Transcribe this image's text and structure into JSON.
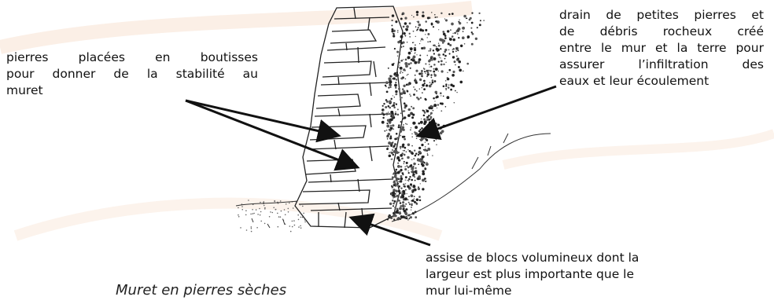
{
  "caption": "Muret en pierres sèches",
  "annotations": {
    "left": {
      "lines": [
        "pierres placées en boutisses",
        "pour donner de la stabilité au",
        "muret"
      ]
    },
    "right": {
      "lines": [
        "drain de petites pierres et",
        "de débris rocheux créé",
        "entre le mur et la terre pour",
        "assurer l’infiltration des",
        "eaux et leur écoulement"
      ]
    },
    "bottom": {
      "lines": [
        "assise de blocs volumineux dont la",
        "largeur est plus importante que le",
        "mur lui-même"
      ]
    }
  },
  "colors": {
    "ink": "#111111",
    "background_swirl": "#fbefe6"
  }
}
